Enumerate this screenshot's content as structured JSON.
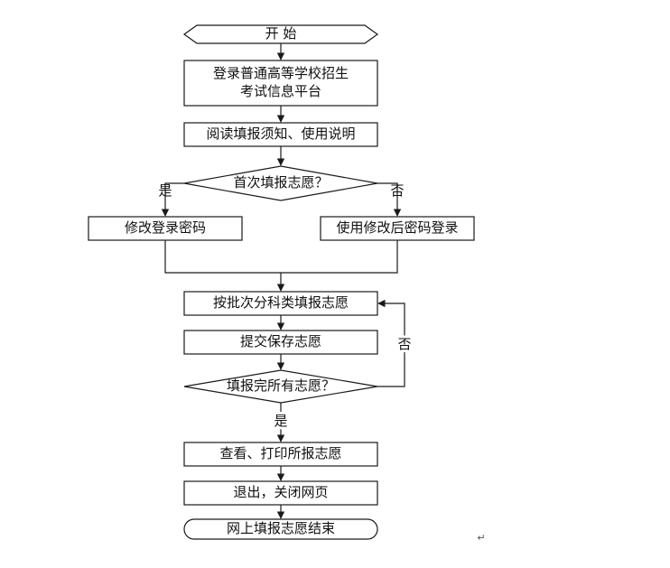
{
  "nodes": {
    "start": "开  始",
    "login_line1": "登录普通高等学校招生",
    "login_line2": "考试信息平台",
    "read": "阅读填报须知、使用说明",
    "first_time": "首次填报志愿？",
    "modify_password": "修改登录密码",
    "login_modified": "使用修改后密码登录",
    "fill_by_batch": "按批次分科类填报志愿",
    "submit_save": "提交保存志愿",
    "all_done": "填报完所有志愿？",
    "view_print": "查看、打印所报志愿",
    "exit": "退出，关闭网页",
    "end": "网上填报志愿结束"
  },
  "edge_labels": {
    "first_yes": "是",
    "first_no": "否",
    "done_no": "否",
    "done_yes": "是"
  },
  "paragraph_mark": "↵"
}
